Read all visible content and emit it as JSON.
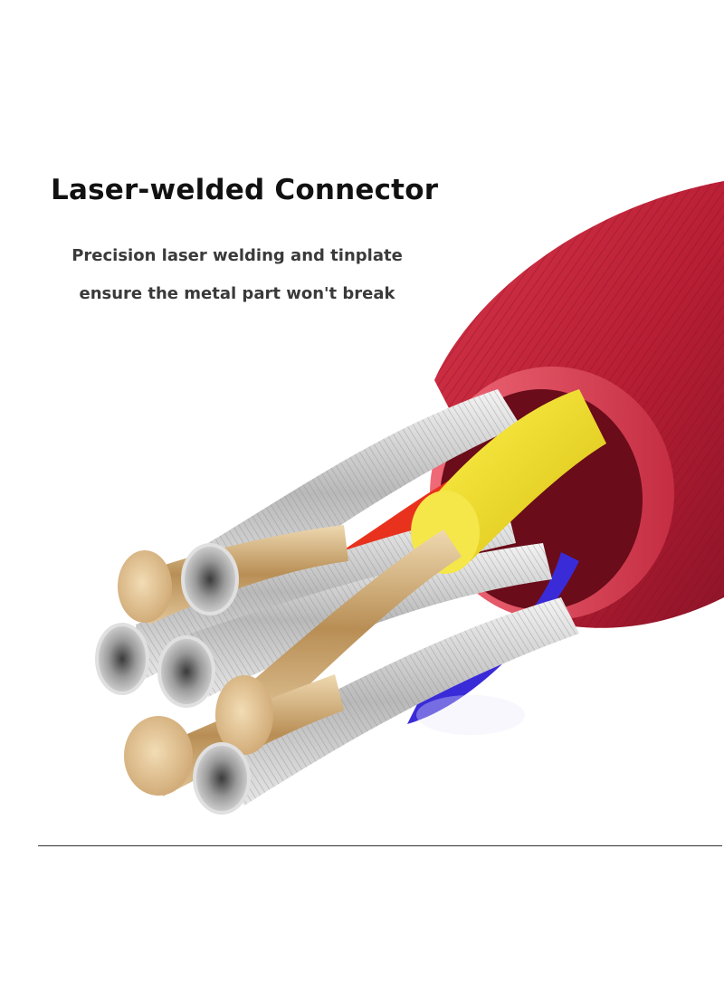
{
  "headline": "Laser-welded Connector",
  "description": {
    "line1": "Precision laser welding and tinplate",
    "line2": "ensure the metal part won't break"
  },
  "illustration": {
    "subject": "cable-cross-section",
    "colors": {
      "jacket_red": "#c8283c",
      "inner_sleeve_pink": "#e85a6a",
      "yellow_insulation": "#f2e22a",
      "red_insulation": "#e8321e",
      "blue_insulation": "#3a2bd8",
      "silver_strands": "#c9c9c9",
      "gold_conductor": "#d9b98a"
    }
  }
}
